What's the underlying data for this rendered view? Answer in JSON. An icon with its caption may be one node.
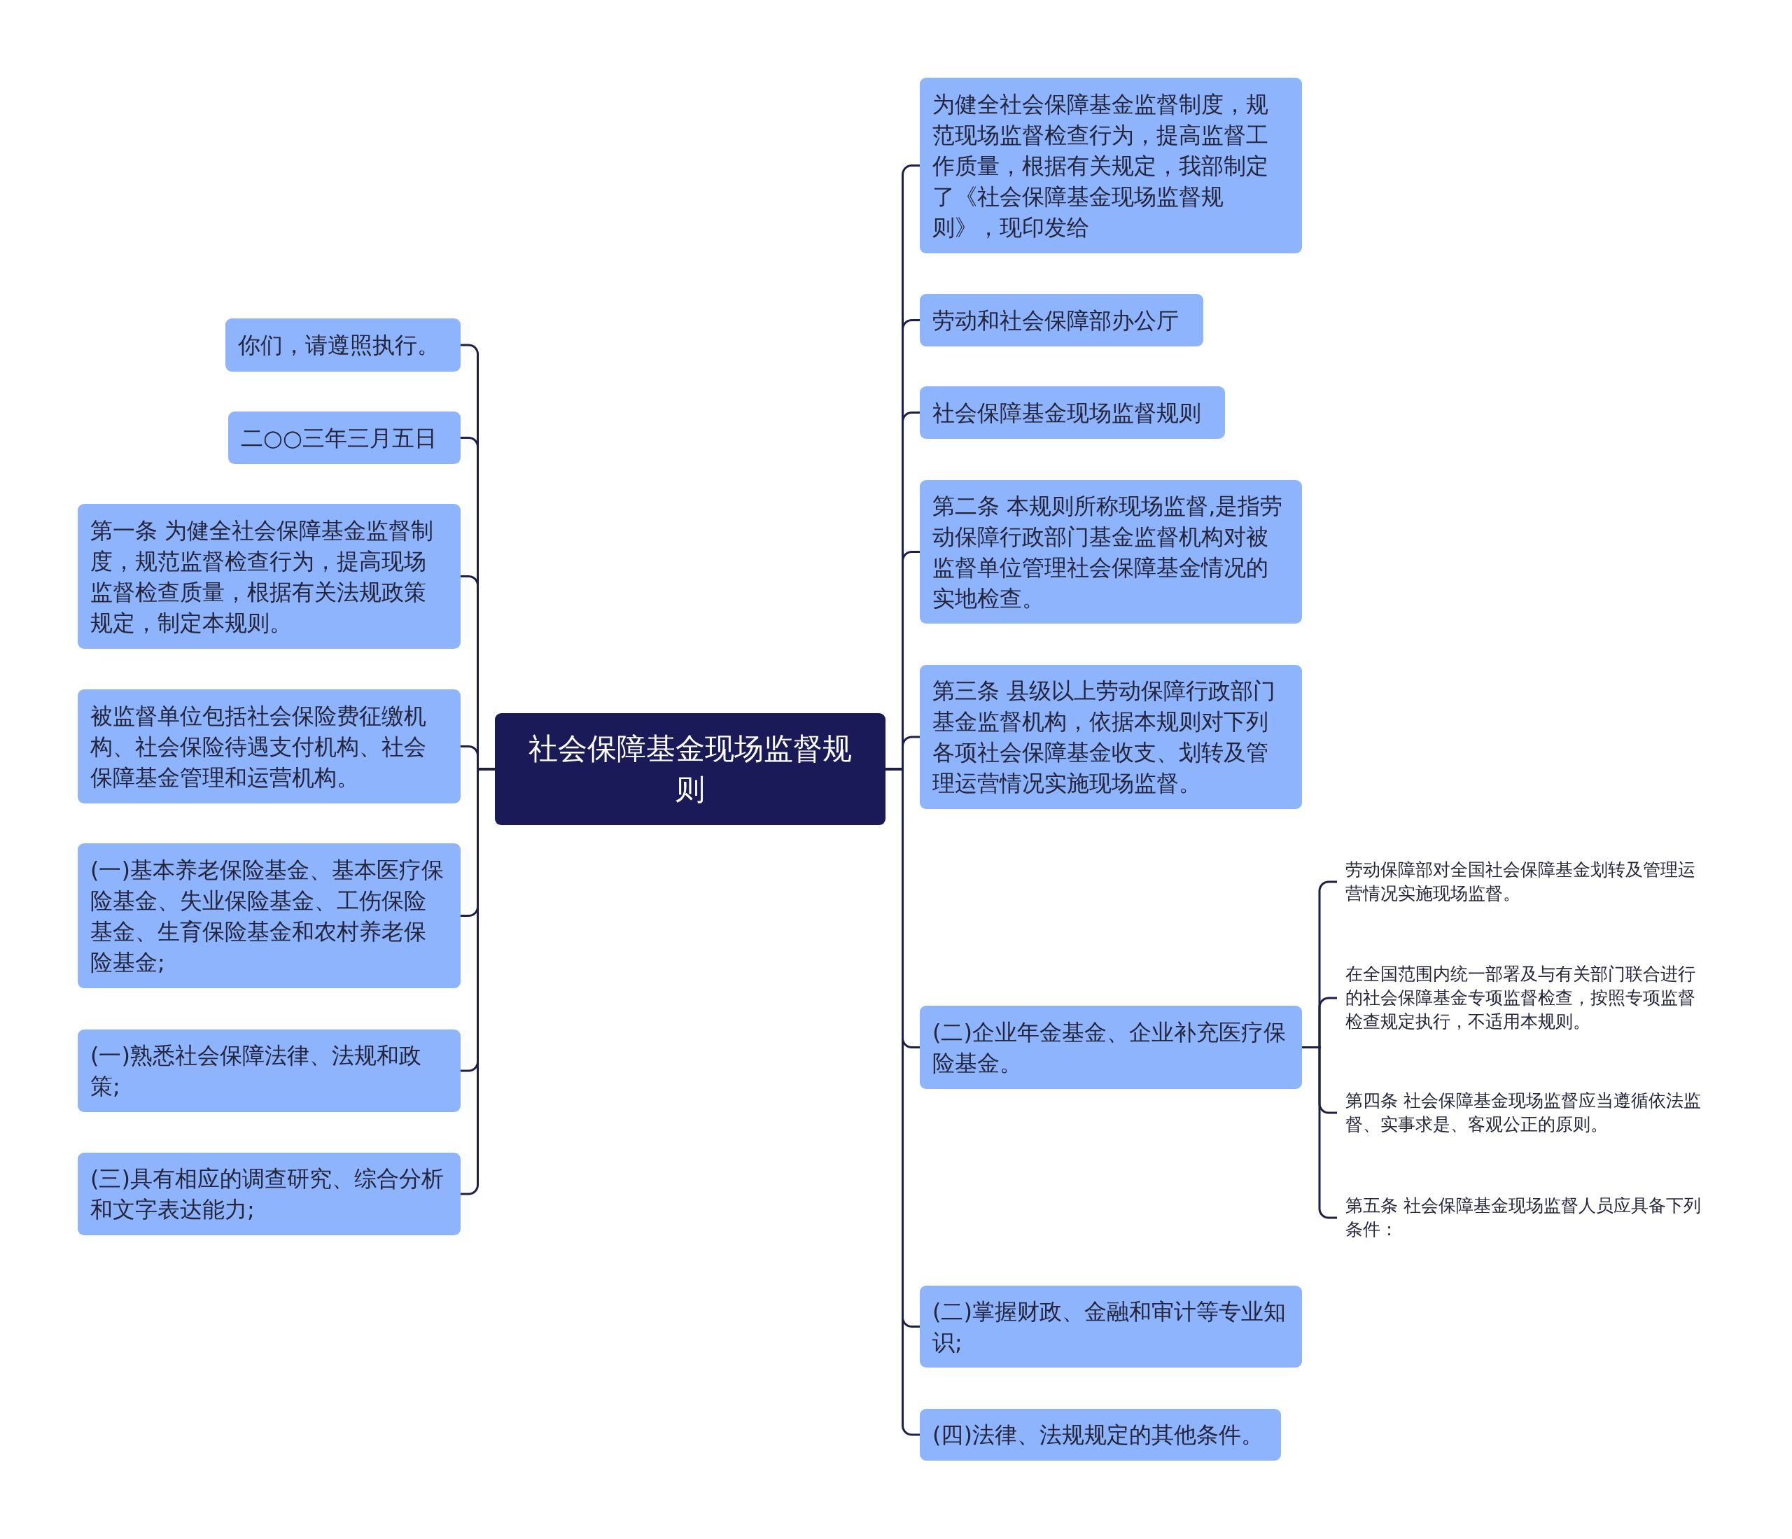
{
  "diagram": {
    "nodes": [
      {
        "text": [
          "社会保障基金现场监督规则"
        ]
      },
      {
        "text": [
          "为健全社会保障基金监督制度，规范现场监督检查行为，提高监督工作质量，根据有关规定，我部制定了《社会保障基金现场监督规则》，现印发给"
        ]
      },
      {
        "text": [
          "劳动和社会保障部办公厅"
        ]
      },
      {
        "text": [
          "社会保障基金现场监督规则"
        ]
      },
      {
        "text": [
          "第二条 本规则所称现场监督,是指劳动保障行政部门基金监督机构对被监督单位管理社会保障基金情况的实地检查。"
        ]
      },
      {
        "text": [
          "第三条 县级以上劳动保障行政部门基金监督机构，依据本规则对下列各项社会保障基金收支、划转及管理运营情况实施现场监督。"
        ]
      },
      {
        "text": [
          "(二)企业年金基金、企业补充医疗保险基金。"
        ]
      },
      {
        "text": [
          "劳动保障部对全国社会保障基金划转及管理运营情况实施现场监督。"
        ]
      },
      {
        "text": [
          "在全国范围内统一部署及与有关部门联合进行的社会保障基金专项监督检查，按照专项监督检查规定执行，不适用本规则。"
        ]
      },
      {
        "text": [
          "第四条 社会保障基金现场监督应当遵循依法监督、实事求是、客观公正的原则。"
        ]
      },
      {
        "text": [
          "第五条 社会保障基金现场监督人员应具备下列条件："
        ]
      },
      {
        "text": [
          "(二)掌握财政、金融和审计等专业知识;"
        ]
      },
      {
        "text": [
          "(四)法律、法规规定的其他条件。"
        ]
      },
      {
        "text": [
          "你们，请遵照执行。"
        ]
      },
      {
        "text": [
          "二○○三年三月五日"
        ]
      },
      {
        "text": [
          "第一条 为健全社会保障基金监督制度，规范监督检查行为，提高现场监督检查质量，根据有关法规政策规定，制定本规则。"
        ]
      },
      {
        "text": [
          "被监督单位包括社会保险费征缴机构、社会保险待遇支付机构、社会保障基金管理和运营机构。"
        ]
      },
      {
        "text": [
          "(一)基本养老保险基金、基本医疗保险基金、失业保险基金、工伤保险基金、生育保险基金和农村养老保险基金;"
        ]
      },
      {
        "text": [
          "(一)熟悉社会保障法律、法规和政策;"
        ]
      },
      {
        "text": [
          "(三)具有相应的调查研究、综合分析和文字表达能力;"
        ]
      }
    ],
    "edges": [
      {
        "from": 0,
        "to": 1,
        "arrow": "none"
      },
      {
        "from": 0,
        "to": 2,
        "arrow": "none"
      },
      {
        "from": 0,
        "to": 3,
        "arrow": "none"
      },
      {
        "from": 0,
        "to": 4,
        "arrow": "none"
      },
      {
        "from": 0,
        "to": 5,
        "arrow": "none"
      },
      {
        "from": 0,
        "to": 6,
        "arrow": "none"
      },
      {
        "from": 6,
        "to": 7,
        "arrow": "none"
      },
      {
        "from": 6,
        "to": 8,
        "arrow": "none"
      },
      {
        "from": 6,
        "to": 9,
        "arrow": "none"
      },
      {
        "from": 6,
        "to": 10,
        "arrow": "none"
      },
      {
        "from": 0,
        "to": 11,
        "arrow": "none"
      },
      {
        "from": 0,
        "to": 12,
        "arrow": "none"
      },
      {
        "from": 0,
        "to": 13,
        "arrow": "none"
      },
      {
        "from": 0,
        "to": 14,
        "arrow": "none"
      },
      {
        "from": 0,
        "to": 15,
        "arrow": "none"
      },
      {
        "from": 0,
        "to": 16,
        "arrow": "none"
      },
      {
        "from": 0,
        "to": 17,
        "arrow": "none"
      },
      {
        "from": 0,
        "to": 18,
        "arrow": "none"
      },
      {
        "from": 0,
        "to": 19,
        "arrow": "none"
      }
    ]
  }
}
